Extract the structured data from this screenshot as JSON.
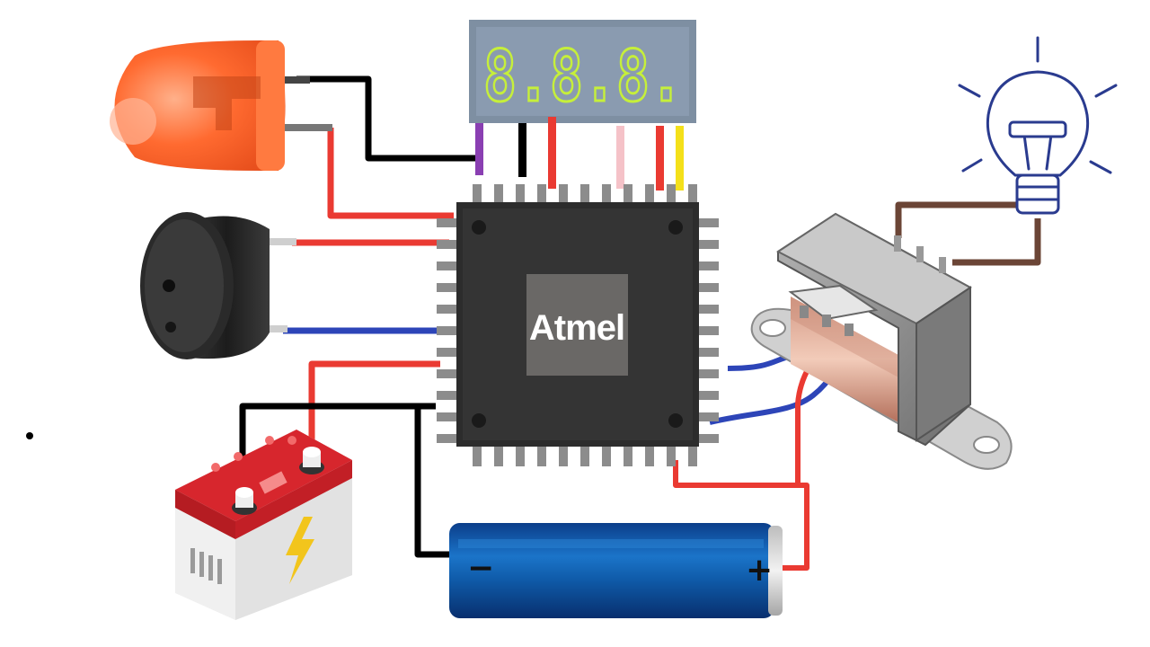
{
  "chip": {
    "label": "Atmel",
    "colors": {
      "body": "#2c2c2c",
      "die": "#6a6866",
      "pins": "#8c8c8c",
      "text": "#ffffff"
    }
  },
  "display": {
    "digits": "8.8.8.",
    "colors": {
      "housing": "#7e8fa2",
      "segments": "#c6ef3a"
    }
  },
  "battery_cell": {
    "minus_label": "−",
    "plus_label": "+",
    "colors": {
      "body": "#1467b8",
      "terminal": "#e3e3e3"
    }
  },
  "car_battery": {
    "colors": {
      "top": "#d7262d",
      "body": "#f0f0f0",
      "bolt": "#f2c51c"
    }
  },
  "components": [
    {
      "name": "led",
      "icon": "led-icon",
      "color": "#ff6a30"
    },
    {
      "name": "buzzer",
      "icon": "buzzer-icon",
      "color": "#2a2a2a"
    },
    {
      "name": "transformer",
      "icon": "transformer-icon",
      "color": "#8e8e8e"
    },
    {
      "name": "light-bulb",
      "icon": "light-bulb-icon",
      "color": "#2a3b8f"
    }
  ],
  "wire_colors": {
    "black": "#000000",
    "red": "#ea3a32",
    "blue": "#2d45b8",
    "brown": "#6b4536",
    "purple": "#8a3fb2",
    "pink": "#f5c2c8",
    "yellow": "#f4e01a"
  }
}
